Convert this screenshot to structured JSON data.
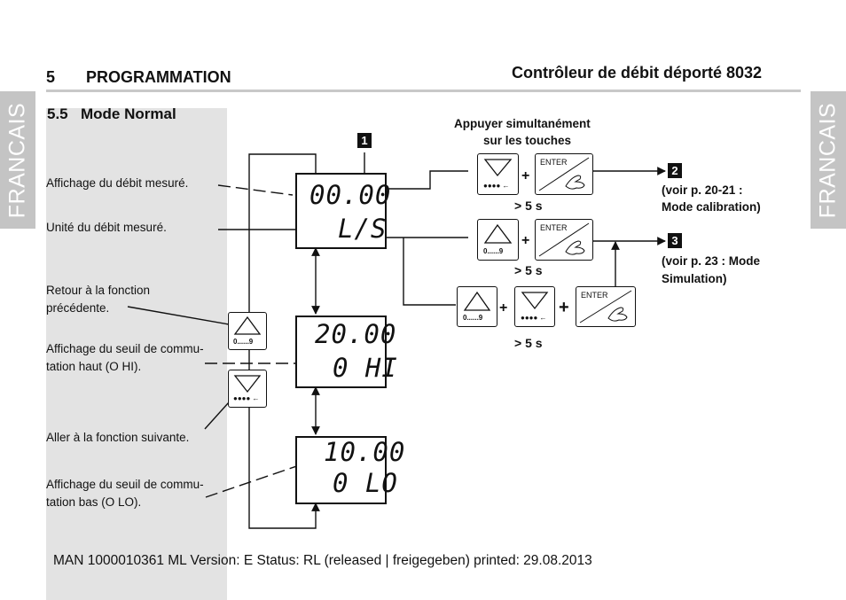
{
  "header": {
    "section_number": "5",
    "section_title": "PROGRAMMATION",
    "doc_title": "Contrôleur de débit déporté 8032"
  },
  "side_tab": {
    "text": "FRANCAIS"
  },
  "section": {
    "number": "5.5",
    "title": "Mode Normal"
  },
  "labels": {
    "flow_display": "Affichage du débit mesuré.",
    "flow_unit": "Unité du débit mesuré.",
    "previous_line1": "Retour à la fonction",
    "previous_line2": "précédente.",
    "high_line1": "Affichage du seuil de commu-",
    "high_line2": "tation haut (O HI).",
    "next": "Aller à la fonction suivante.",
    "low_line1": "Affichage du seuil de commu-",
    "low_line2": "tation bas (O LO)."
  },
  "displays": [
    {
      "value": "00.00",
      "unit": "L/S"
    },
    {
      "value": "20.00",
      "unit": "0 HI"
    },
    {
      "value": "10.00",
      "unit": "0 LO"
    }
  ],
  "keys": {
    "up_label": "0......9",
    "down_label": "●●●● ←",
    "enter_label": "ENTER",
    "hand_icon": "hand-press-icon"
  },
  "instructions": {
    "press_simultaneously_line1": "Appuyer simultanément",
    "press_simultaneously_line2": "sur les touches",
    "hold_time": "> 5 s",
    "plus": "+"
  },
  "badges": [
    "1",
    "2",
    "3"
  ],
  "refs": {
    "calibration_line1": "(voir p. 20-21 :",
    "calibration_line2": "Mode calibration)",
    "simulation_line1": "(voir p. 23 : Mode",
    "simulation_line2": "Simulation)"
  },
  "footer": {
    "text": "MAN  1000010361  ML  Version: E Status: RL (released | freigegeben)  printed: 29.08.2013"
  }
}
